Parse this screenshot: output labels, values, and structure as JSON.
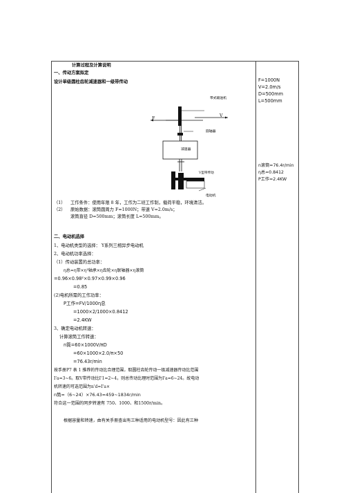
{
  "main": {
    "heading": "计算过程及计算说明",
    "section1_title": "一、传动方案拟定",
    "design_title": "设计单级圆柱齿轮减速器和一级带传动",
    "diagram": {
      "conveyor_label": "带式输送机",
      "v_label": "V",
      "f_label": "F",
      "drum_label": "圆轴器",
      "reducer_label": "减速器",
      "belt_label": "V型带传动",
      "motor_label": "电动机"
    },
    "cond1_num": "（1）",
    "cond1_text": "工作条件：使用年限 8 年，工作为二班工作制，载荷平稳，环境清洁。",
    "cond2_num": "（2）",
    "cond2_text": "原始数据：滚筒圆周力 F=1000N；带速 V=2.0m/s；",
    "cond2_cont": "滚筒直径 D=500mm；滚筒长度 L=500mm。",
    "section2_title": "二、电动机选择",
    "l1": "1、电动机类型的选择：  Y系列三相异步电动机",
    "l2": "2、电动机功率选择：",
    "l3": "（1）传动装置的总功率：",
    "l4": "η总=η带×η²轴承×η齿轮×η联轴器×η滚筒",
    "l5": "=0.96×0.98²×0.97×0.99×0.96",
    "l6": "=0.85",
    "l7": "(2)电机所需的工作功率：",
    "l8": "P工作=FV/1000η总",
    "l9": "=1000×2/1000×0.8412",
    "l10": "=2.4KW",
    "l11": "3、确定电动机转速：",
    "l12": "计算滚筒工作转速：",
    "l13": "n筒=60×1000V/πD",
    "l14": "=60×1000×2.0/π×50",
    "l15": "=76.43r/min",
    "l16": "按手册P7 表 1 推荐的传动比合理范围，取圆柱齿轮传动一级减速器传动比范围",
    "l17": "I'a=3~6。取V带传动比I'1=2~4，则总传动比理时范围为I'a=6~24。故电动",
    "l18": "机转速的可选范围为n'd=I'a×",
    "l19": "n筒=（6~24）×76.43=459~1834r/min",
    "l20": "符合这一范围的同步转速有 750、1000、和1500r/min。",
    "l21": "根据容量和转速，由有关手册查出有三种适用的电动机型号：因此有三种"
  },
  "side": {
    "f": "F=1000N",
    "v": "V=2.0m/s",
    "d": "D=500mm",
    "l": "L=500mm",
    "n": "n滚筒=76.4r/min",
    "eta": "η总=0.8412",
    "p": "P工作=2.4KW"
  }
}
